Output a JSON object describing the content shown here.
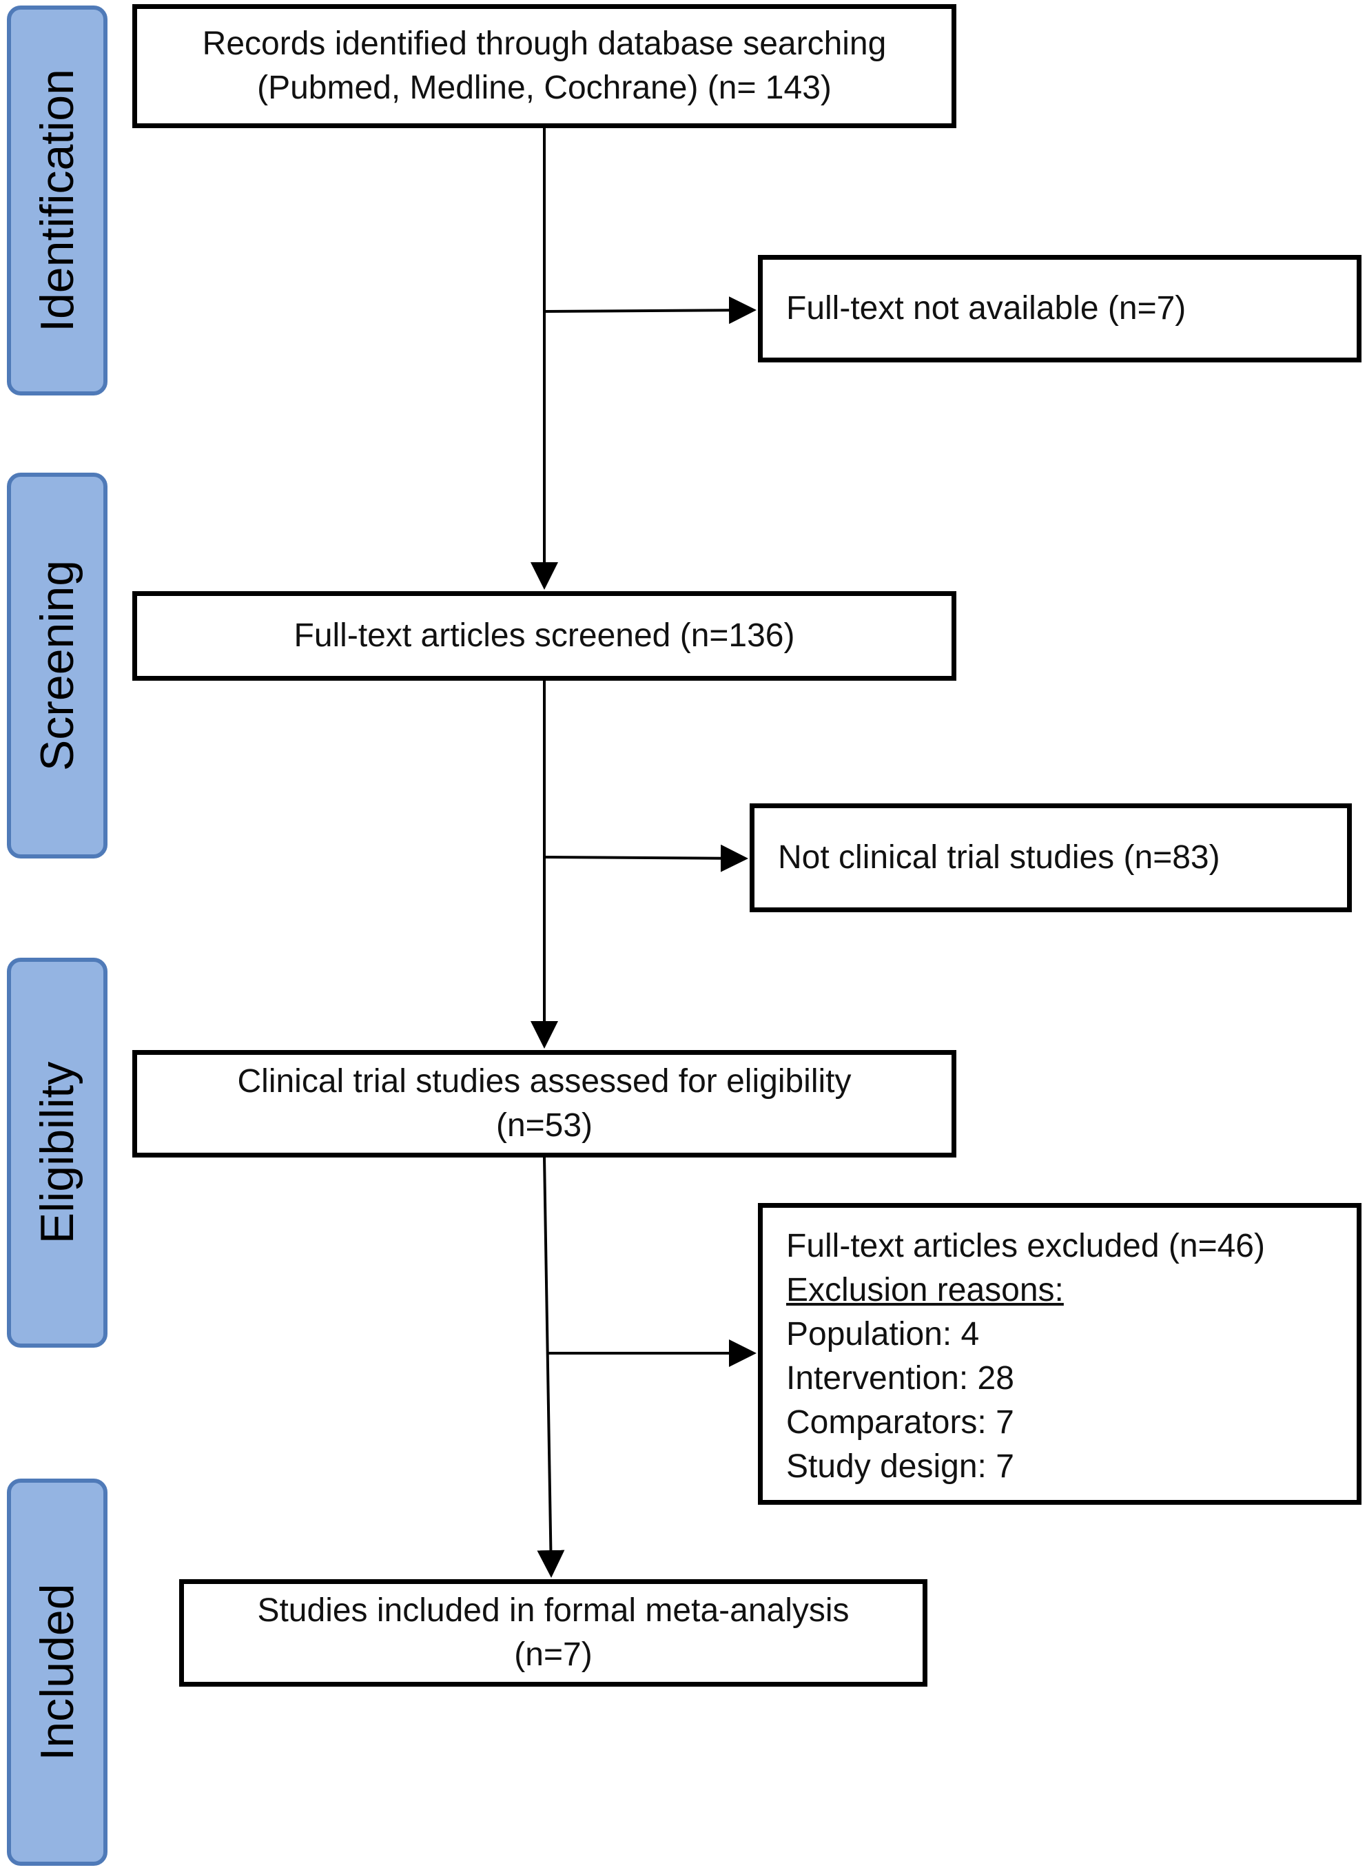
{
  "stages": {
    "identification": "Identification",
    "screening": "Screening",
    "eligibility": "Eligibility",
    "included": "Included"
  },
  "boxes": {
    "records_identified": {
      "line1": "Records identified through database searching",
      "line2": "(Pubmed, Medline, Cochrane)  (n= 143)"
    },
    "fulltext_not_available": "Full-text not available  (n=7)",
    "fulltext_screened": "Full-text articles screened (n=136)",
    "not_clinical_trials": "Not clinical trial studies (n=83)",
    "clinical_trials_assessed": {
      "line1": "Clinical trial studies assessed for eligibility",
      "line2": "(n=53)"
    },
    "fulltext_excluded": {
      "heading": "Full-text articles excluded (n=46)",
      "reasons_label": "Exclusion reasons:",
      "reasons": [
        "Population:  4",
        "Intervention:  28",
        "Comparators:  7",
        "Study design:  7"
      ]
    },
    "studies_included": {
      "line1": "Studies included in formal meta-analysis",
      "line2": "(n=7)"
    }
  }
}
